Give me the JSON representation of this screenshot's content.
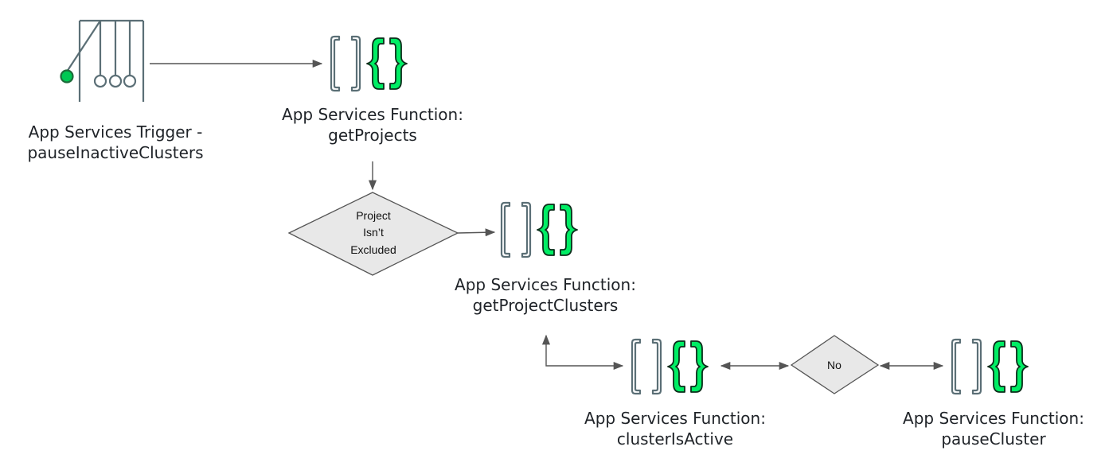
{
  "nodes": {
    "trigger": {
      "line1": "App Services Trigger -",
      "line2": "pauseInactiveClusters"
    },
    "get_projects": {
      "line1": "App Services Function:",
      "line2": "getProjects"
    },
    "project_decision": {
      "line1": "Project",
      "line2": "Isn’t",
      "line3": "Excluded"
    },
    "get_project_clusters": {
      "line1": "App Services Function:",
      "line2": "getProjectClusters"
    },
    "cluster_is_active": {
      "line1": "App Services Function:",
      "line2": "clusterIsActive"
    },
    "no_decision": {
      "label": "No"
    },
    "pause_cluster": {
      "line1": "App Services Function:",
      "line2": "pauseCluster"
    }
  },
  "colors": {
    "brace_outline": "#5b6f76",
    "brace_green": "#00ed64",
    "brace_green_stroke": "#0b2d1a",
    "decision_fill": "#e8e8e8",
    "arrow": "#555555",
    "trigger_ball": "#00c853"
  },
  "icons": {
    "trigger": "newtons-cradle-icon",
    "function": "function-braces-icon"
  }
}
